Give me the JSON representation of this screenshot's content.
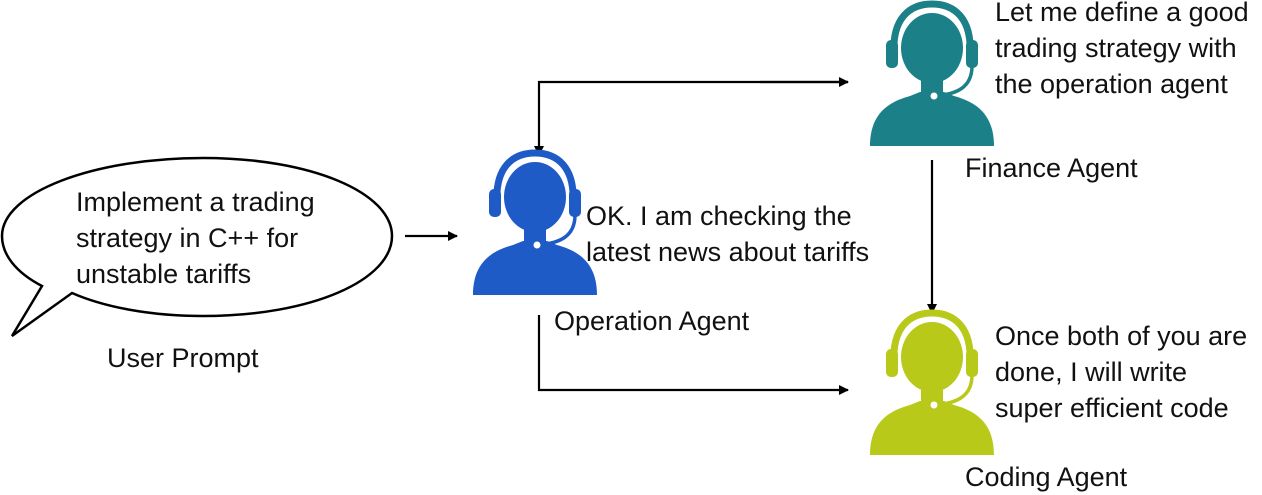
{
  "user_prompt": {
    "bubble_lines": [
      "Implement a trading",
      "strategy in C++ for",
      "unstable tariffs"
    ],
    "label": "User Prompt"
  },
  "operation_agent": {
    "speech_lines": [
      "OK. I am checking the",
      "latest news about tariffs"
    ],
    "label": "Operation Agent",
    "color": "#1f5bc7"
  },
  "finance_agent": {
    "speech_lines": [
      "Let me define a good",
      "trading strategy with",
      "the operation agent"
    ],
    "label": "Finance Agent",
    "color": "#1b8088"
  },
  "coding_agent": {
    "speech_lines": [
      "Once both of you are",
      "done, I will write",
      "super efficient code"
    ],
    "label": "Coding Agent",
    "color": "#b9c91a"
  },
  "icons": {
    "agent_icon": "headset-person-icon",
    "bubble": "speech-bubble"
  }
}
